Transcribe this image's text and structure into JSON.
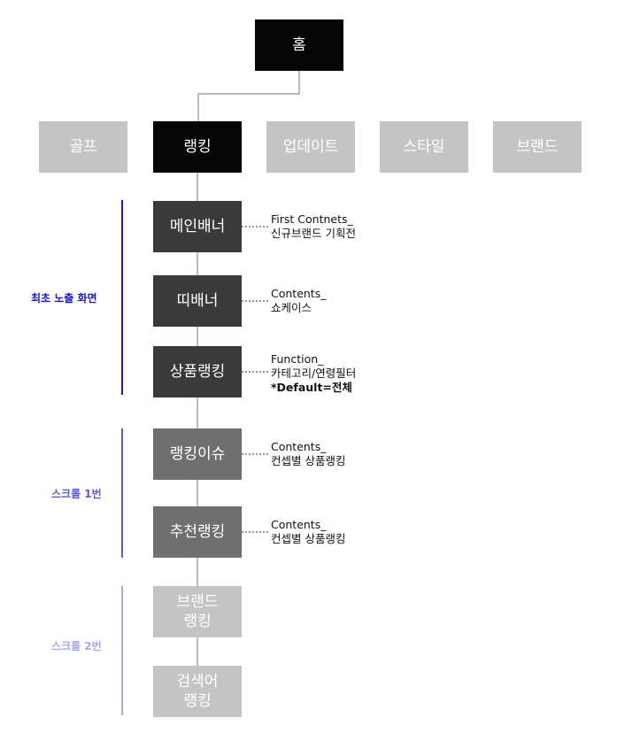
{
  "colors": {
    "black": "#050505",
    "dark": "#3a3a3a",
    "mid": "#6f6f6f",
    "light": "#c4c4c4",
    "first_screen_accent": "#1a1acc",
    "scroll1_accent": "#5b5bd6",
    "scroll2_accent": "#a9a9e6"
  },
  "home": {
    "label": "홈"
  },
  "top_menu": [
    {
      "label": "골프"
    },
    {
      "label": "랭킹"
    },
    {
      "label": "업데이트"
    },
    {
      "label": "스타일"
    },
    {
      "label": "브랜드"
    }
  ],
  "ranking_sections": [
    {
      "label": "메인배너",
      "note": [
        "First Contnets_",
        "신규브랜드 기획전"
      ]
    },
    {
      "label": "띠배너",
      "note": [
        "Contents_",
        "쇼케이스"
      ]
    },
    {
      "label": "상품랭킹",
      "note": [
        "Function_",
        "카테고리/연령필터"
      ],
      "note_bold": "*Default=전체"
    },
    {
      "label": "랭킹이슈",
      "note": [
        "Contents_",
        "컨셉별 상품랭킹"
      ]
    },
    {
      "label": "추천랭킹",
      "note": [
        "Contents_",
        "컨셉별 상품랭킹"
      ]
    },
    {
      "label": "브랜드\n랭킹"
    },
    {
      "label": "검색어\n랭킹"
    }
  ],
  "section_labels": {
    "first_screen": "최초 노출 화면",
    "scroll1": "스크롤 1번",
    "scroll2": "스크롤 2번"
  }
}
